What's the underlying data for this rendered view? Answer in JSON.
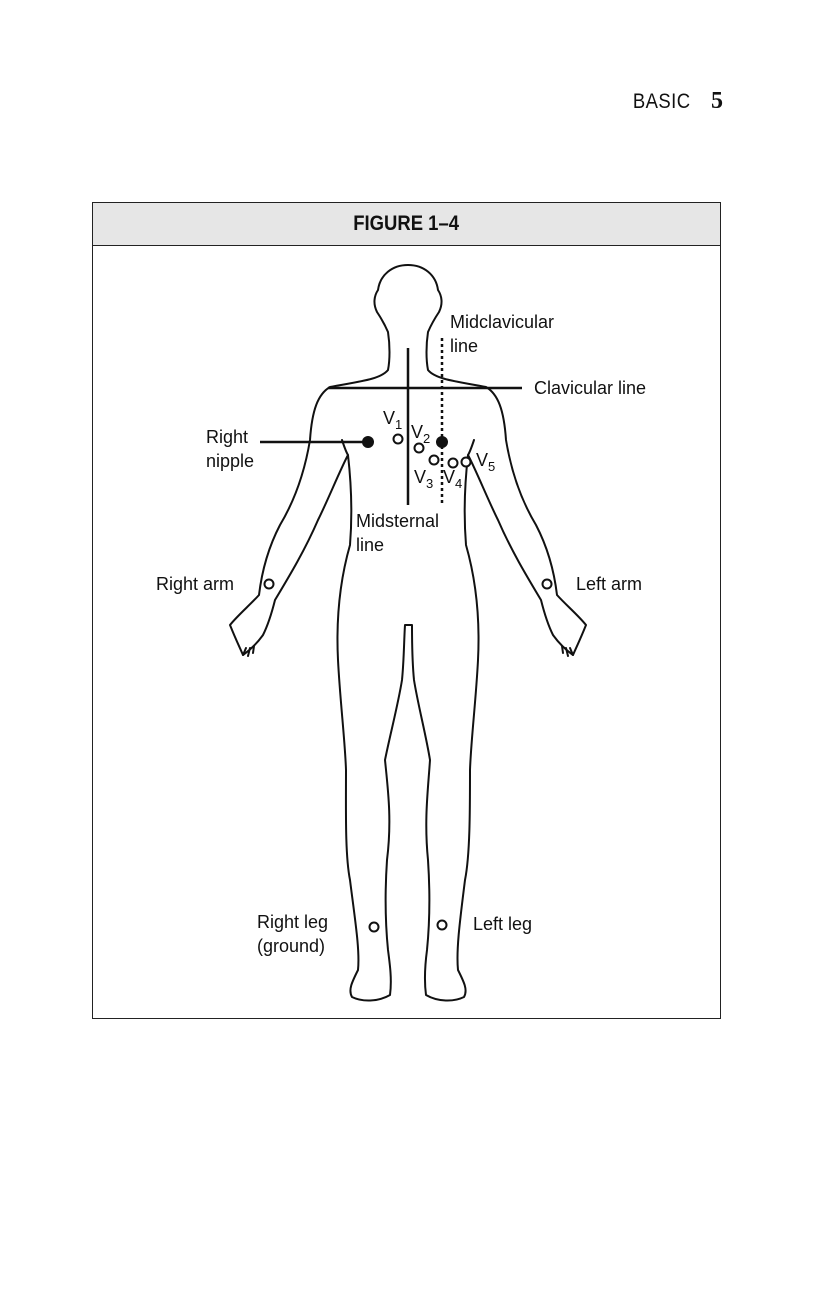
{
  "running_head": {
    "section": "BASIC",
    "page_number": "5"
  },
  "figure": {
    "caption": "FIGURE 1–4",
    "labels": {
      "midclavicular_line": [
        "Midclavicular",
        "line"
      ],
      "clavicular_line": "Clavicular line",
      "right_nipple": [
        "Right",
        "nipple"
      ],
      "midsternal_line": [
        "Midsternal",
        "line"
      ],
      "right_arm": "Right arm",
      "left_arm": "Left arm",
      "right_leg": [
        "Right leg",
        "(ground)"
      ],
      "left_leg": "Left leg"
    },
    "chest_leads": [
      {
        "letter": "V",
        "sub": "1"
      },
      {
        "letter": "V",
        "sub": "2"
      },
      {
        "letter": "V",
        "sub": "3"
      },
      {
        "letter": "V",
        "sub": "4"
      },
      {
        "letter": "V",
        "sub": "5"
      }
    ]
  }
}
